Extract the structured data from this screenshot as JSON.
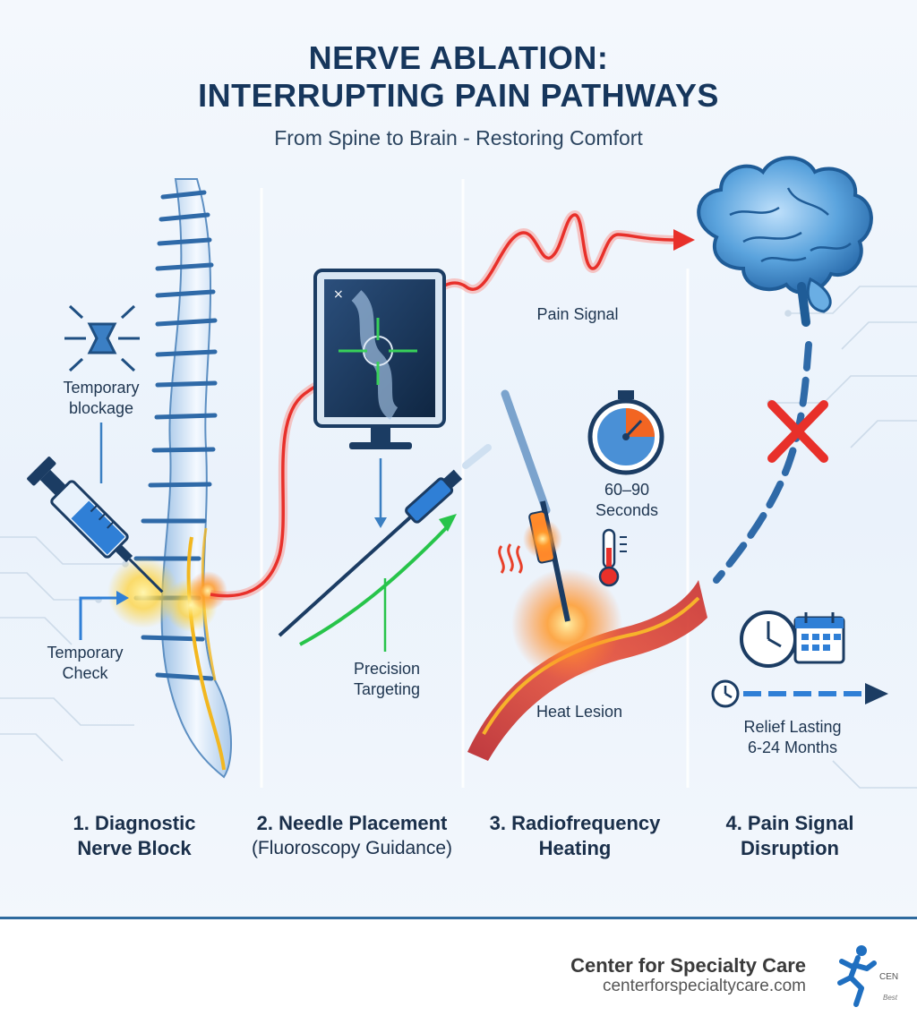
{
  "header": {
    "title_line1": "NERVE ABLATION:",
    "title_line2": "INTERRUPTING PAIN PATHWAYS",
    "subtitle": "From Spine to Brain - Restoring Comfort"
  },
  "labels": {
    "temporary_blockage": [
      "Temporary",
      "blockage"
    ],
    "temporary_check": [
      "Temporary",
      "Check"
    ],
    "pain_signal": "Pain Signal",
    "precision_targeting": [
      "Precision",
      "Targeting"
    ],
    "duration": [
      "60–90",
      "Seconds"
    ],
    "heat_lesion": "Heat Lesion",
    "relief": [
      "Relief Lasting",
      "6-24 Months"
    ]
  },
  "steps": [
    {
      "line1": "1. Diagnostic",
      "line2": "Nerve Block"
    },
    {
      "line1": "2. Needle Placement",
      "line2": "(Fluoroscopy Guidance)"
    },
    {
      "line1": "3. Radiofrequency",
      "line2": "Heating"
    },
    {
      "line1": "4. Pain Signal",
      "line2": "Disruption"
    }
  ],
  "footer": {
    "organization": "Center for Specialty Care",
    "website": "centerforspecialtycare.com",
    "logo_text_fragment": "CEN",
    "logo_tagline_fragment": "Best"
  },
  "colors": {
    "title": "#16365c",
    "signal_red": "#e8302a",
    "guide_green": "#27c44a",
    "spine_blue": "#2f6aa8",
    "nerve_yellow": "#f2b720",
    "brain_blue": "#3a86c8",
    "footer_rule": "#2f6a9e"
  },
  "icons": [
    "syringe-icon",
    "nerve-block-icon",
    "spine-icon",
    "xray-monitor-icon",
    "needle-icon",
    "stopwatch-icon",
    "thermometer-icon",
    "heat-waves-icon",
    "probe-icon",
    "brain-icon",
    "x-mark-icon",
    "clock-icon",
    "calendar-icon",
    "timeline-arrow-icon",
    "runner-logo-icon"
  ]
}
